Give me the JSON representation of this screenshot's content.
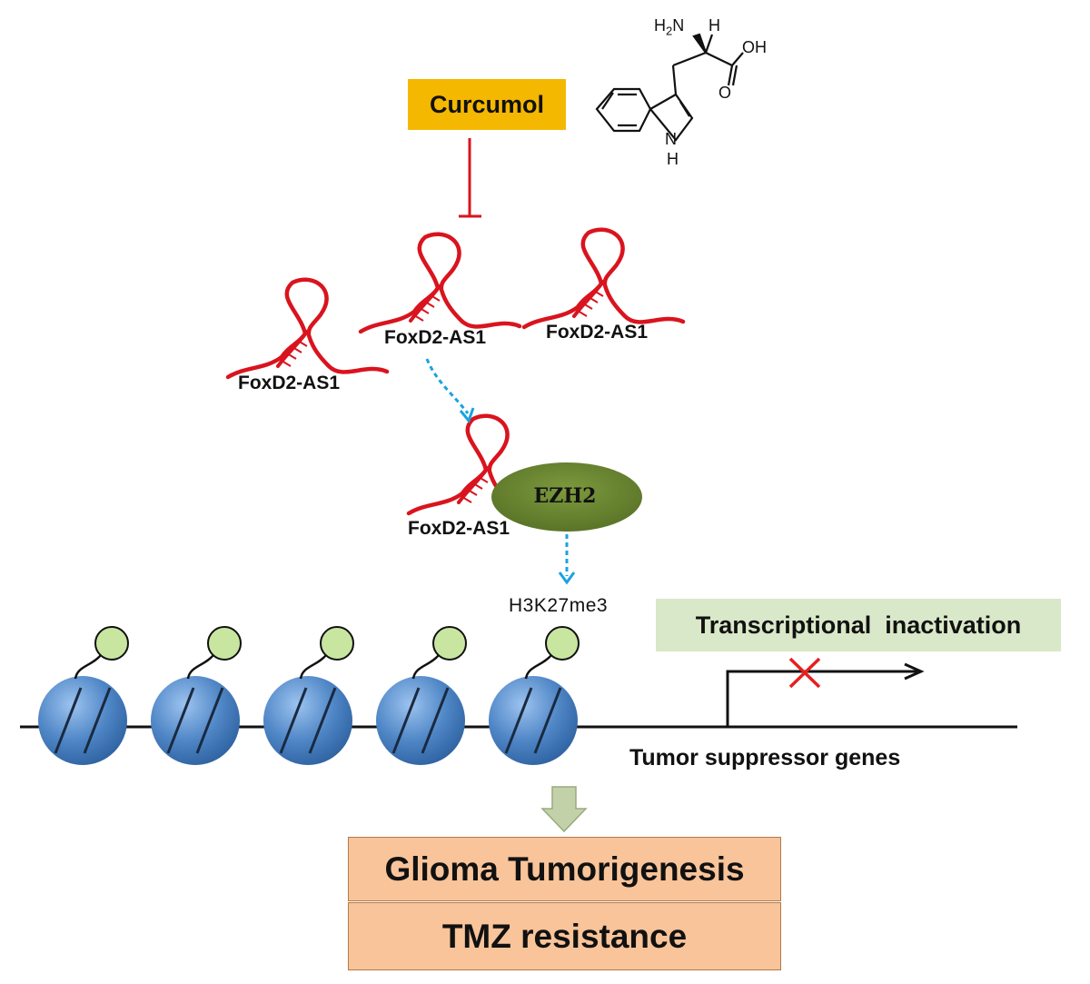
{
  "diagram": {
    "drug_label": "Curcumol",
    "lncrna_label": "FoxD2-AS1",
    "enzyme_label": "EZH2",
    "mark_label": "H3K27me3",
    "transcription_label": "Transcriptional  inactivation",
    "gene_label": "Tumor suppressor genes",
    "outcome_1": "Glioma Tumorigenesis",
    "outcome_2": "TMZ resistance",
    "structure_atoms": {
      "amine": "H2N",
      "alpha_h": "H",
      "hydroxyl": "OH",
      "carbonyl_o": "O",
      "indole_n": "N",
      "indole_h": "H"
    },
    "nucleosome_count": 5,
    "colors": {
      "drug_box": "#f5b800",
      "transcription_box": "#d9e8c8",
      "outcome_box": "#f9c49a",
      "rna": "#d9141e",
      "inhibition": "#d9141e",
      "enzyme": "#66812d",
      "process_arrow": "#1aa3e0",
      "methyl_mark": "#c8e6a0",
      "nucleosome": "#4f86c6",
      "block_mark": "#e81e1e",
      "outcome_arrow": "#c3d1a9"
    }
  }
}
